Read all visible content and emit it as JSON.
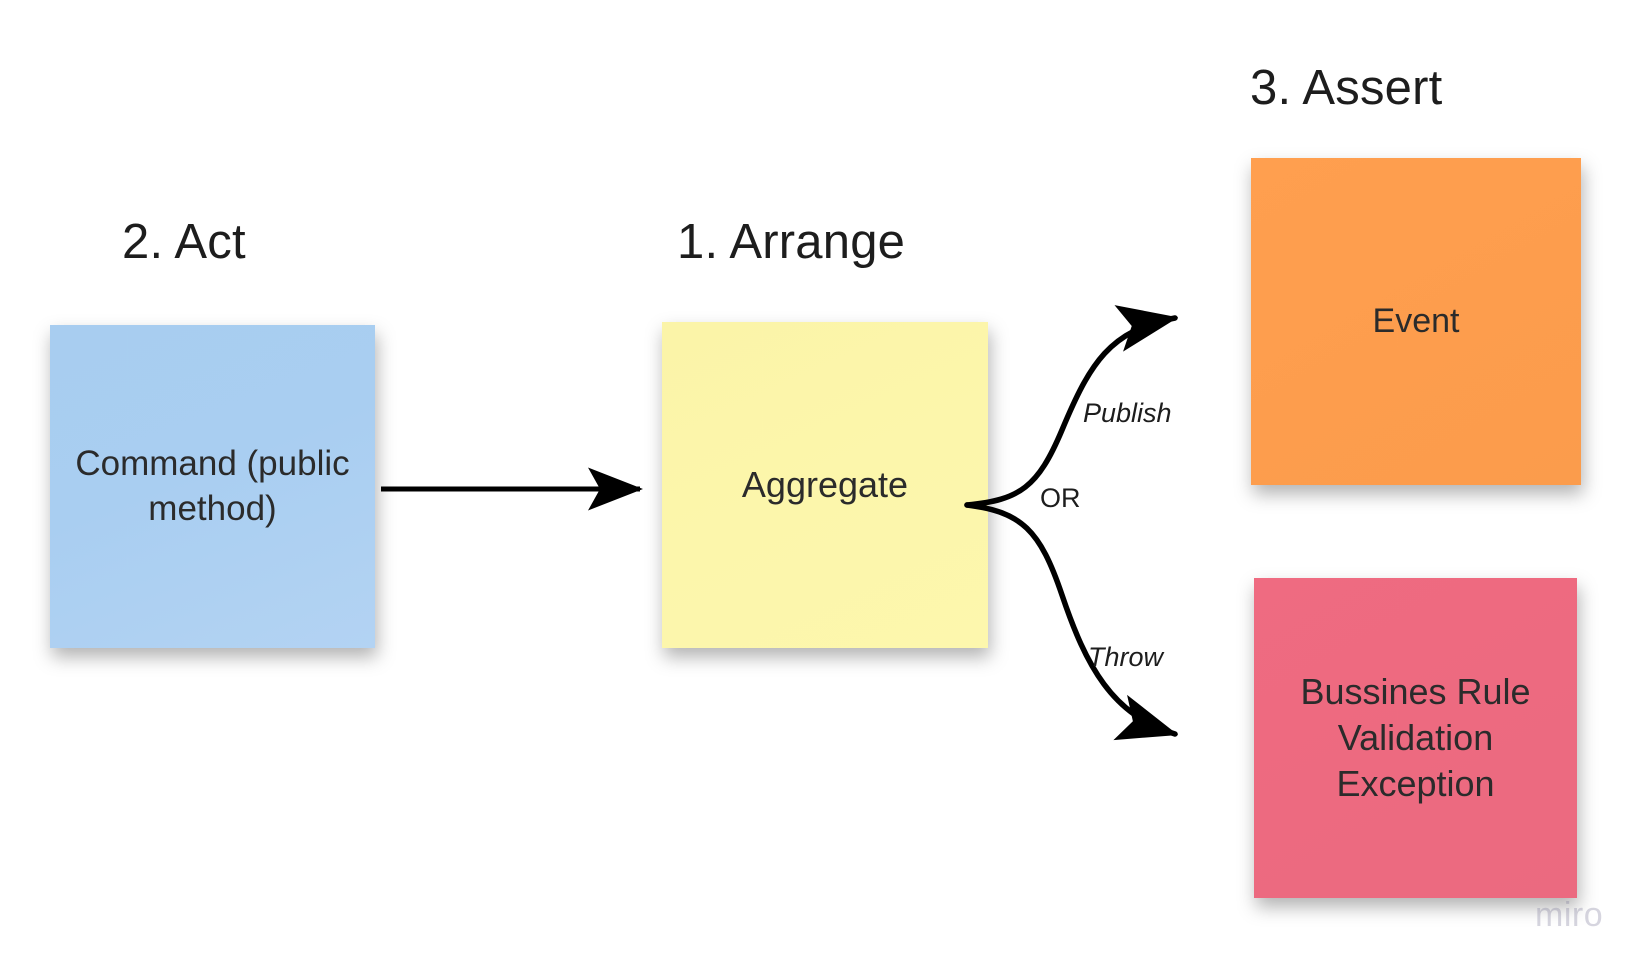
{
  "board": {
    "background_color": "#ffffff",
    "watermark": "miro"
  },
  "headings": {
    "act": "2. Act",
    "arrange": "1. Arrange",
    "assert": "3. Assert"
  },
  "notes": [
    {
      "id": "command",
      "label": "Command (public method)",
      "color": "#A8CDF0",
      "group": "2. Act"
    },
    {
      "id": "aggregate",
      "label": "Aggregate",
      "color": "#FBF4A8",
      "group": "1. Arrange"
    },
    {
      "id": "event",
      "label": "Event",
      "color": "#FF9F4F",
      "group": "3. Assert"
    },
    {
      "id": "exception",
      "label": "Bussines Rule Validation Exception",
      "color": "#EF6B81",
      "group": "3. Assert"
    }
  ],
  "note_text": {
    "command": "Command (public method)",
    "aggregate": "Aggregate",
    "event": "Event",
    "exception": "Bussines Rule Validation Exception"
  },
  "edges": [
    {
      "from": "command",
      "to": "aggregate",
      "label": "",
      "style": "straight"
    },
    {
      "from": "aggregate",
      "to": "event",
      "label": "Publish",
      "style": "curve-up"
    },
    {
      "from": "aggregate",
      "to": "exception",
      "label": "Throw",
      "style": "curve-down"
    }
  ],
  "edge_labels": {
    "publish": "Publish",
    "or": "OR",
    "throw": "Throw"
  },
  "colors": {
    "arrow": "#000000",
    "text": "#2b2b2b",
    "heading": "#1d1d1d"
  }
}
